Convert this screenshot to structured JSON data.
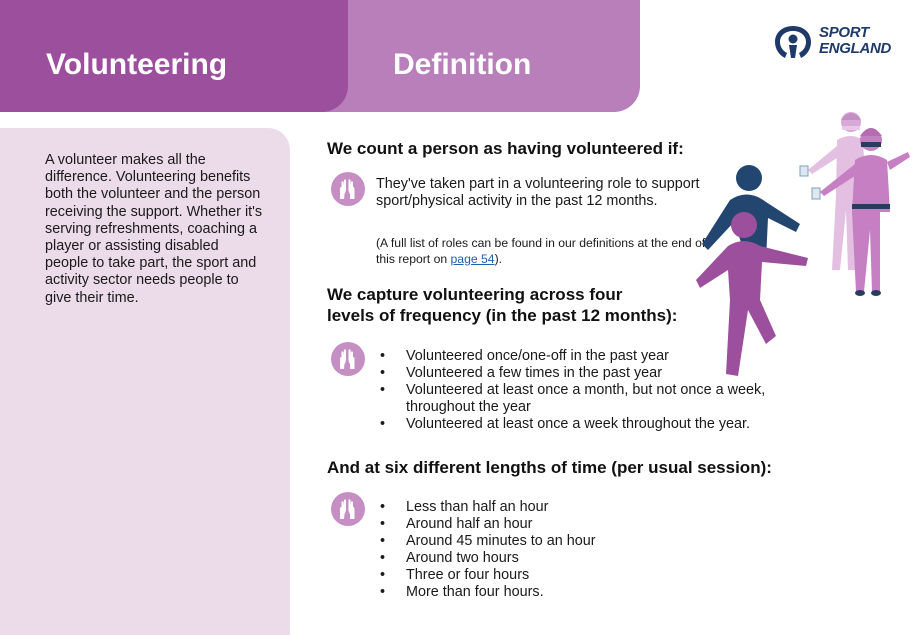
{
  "header": {
    "tab_volunteering": "Volunteering",
    "tab_definition": "Definition",
    "logo_line1": "SPORT",
    "logo_line2": "ENGLAND"
  },
  "sidebar": {
    "text": "A volunteer makes all the difference. Volunteering benefits both the volunteer and the person receiving the support. Whether it's serving refreshments, coaching a player or assisting disabled people to take part, the sport and activity sector needs people to give their time."
  },
  "definition": {
    "heading": "We count a person as having volunteered if:",
    "text": "They've taken part in a volunteering role to support sport/physical activity in the past 12 months.",
    "note_prefix": "(A full list of roles can be found in our definitions at the end of this report on ",
    "note_link": "page 54",
    "note_suffix": ")."
  },
  "frequency": {
    "heading_line1": "We capture volunteering across four",
    "heading_line2": "levels of frequency (in the past 12 months):",
    "items": [
      "Volunteered once/one-off in the past year",
      "Volunteered a few times in the past year",
      "Volunteered at least once a month, but not once a week, throughout the year",
      "Volunteered at least once a week throughout the year."
    ]
  },
  "duration": {
    "heading": "And at six different lengths of time (per usual session):",
    "items": [
      "Less than half an hour",
      "Around half an hour",
      "Around 45 minutes to an hour",
      "Around two hours",
      "Three or four hours",
      "More than four hours."
    ]
  },
  "colors": {
    "tab_dark": "#9c4f9c",
    "tab_light": "#b87fbb",
    "sidebar_bg": "#ecdbe9",
    "brand_navy": "#1d3a6a",
    "link": "#1f5fb0"
  }
}
